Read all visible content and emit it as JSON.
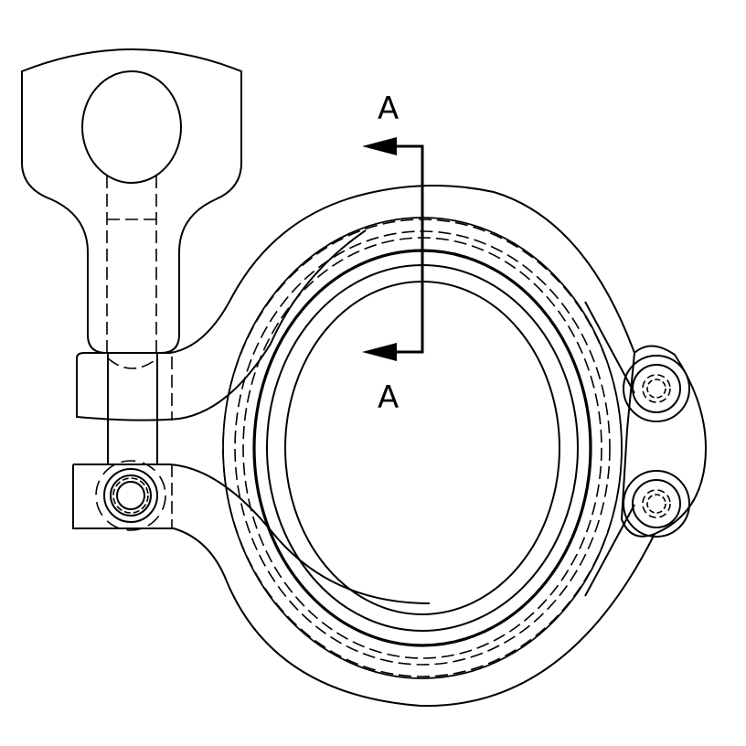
{
  "drawing": {
    "subject": "Tri-clamp (sanitary hinged pipe clamp) – front view",
    "style": "black line drawing on white",
    "colors": {
      "line": "#000000",
      "background": "#ffffff"
    }
  },
  "section_markers": [
    {
      "id": "top",
      "label": "A"
    },
    {
      "id": "bottom",
      "label": "A"
    }
  ],
  "parts": {
    "wing_nut": "wing-nut handle",
    "bolt": "tightening bolt",
    "clamp_body": "clamp body",
    "ferrule_rings": "ferrule / gasket rings",
    "hinge_pins": "hinge pins",
    "pivot_pin": "bolt pivot pin"
  }
}
